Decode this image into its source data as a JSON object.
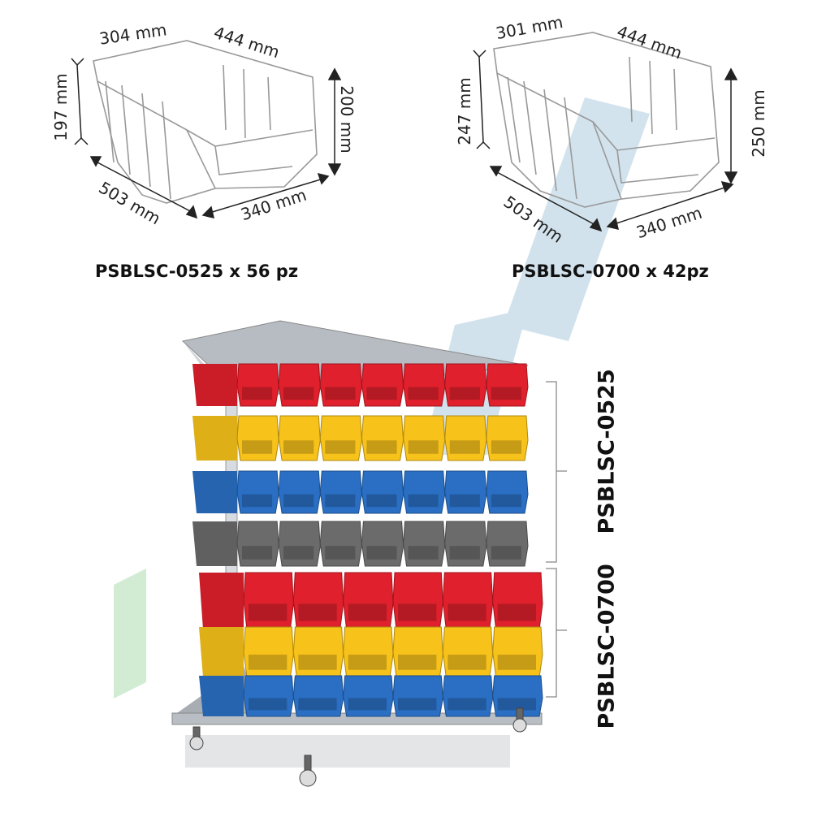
{
  "bin_small": {
    "dims": {
      "top_width": "304 mm",
      "top_depth": "444 mm",
      "front_height": "197 mm",
      "back_height": "200 mm",
      "length": "503 mm",
      "width": "340 mm"
    },
    "caption": "PSBLSC-0525 x 56 pz"
  },
  "bin_large": {
    "dims": {
      "top_width": "301 mm",
      "top_depth": "444 mm",
      "front_height": "247 mm",
      "back_height": "250 mm",
      "length": "503 mm",
      "width": "340 mm"
    },
    "caption": "PSBLSC-0700 x 42pz"
  },
  "rack": {
    "upper_label": "PSBLSC-0525",
    "lower_label": "PSBLSC-0700",
    "upper_rows": [
      "#e0202c",
      "#f7c21a",
      "#2a6fc4",
      "#6b6b6b"
    ],
    "lower_rows": [
      "#e0202c",
      "#f7c21a",
      "#2a6fc4"
    ]
  }
}
